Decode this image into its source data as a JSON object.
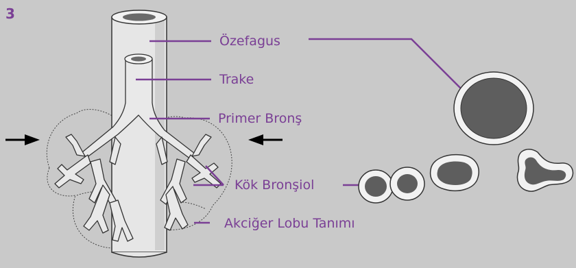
{
  "figure": {
    "step_number": "3",
    "labels": {
      "esophagus": "Özefagus",
      "trachea": "Trake",
      "primary_bronchus": "Primer Bronş",
      "stem_bronchiole": "Kök Bronşiol",
      "lung_lobe": "Akciğer Lobu Tanımı"
    },
    "icons": [
      "arrow-right-icon",
      "arrow-left-icon"
    ],
    "colors": {
      "background": "#c9c9c9",
      "label": "#7a3f95",
      "leader_line": "#7a3f95",
      "lumen": "#5e5e5e",
      "wall": "#f2f2f2",
      "tube": "#e8e8e8"
    }
  }
}
